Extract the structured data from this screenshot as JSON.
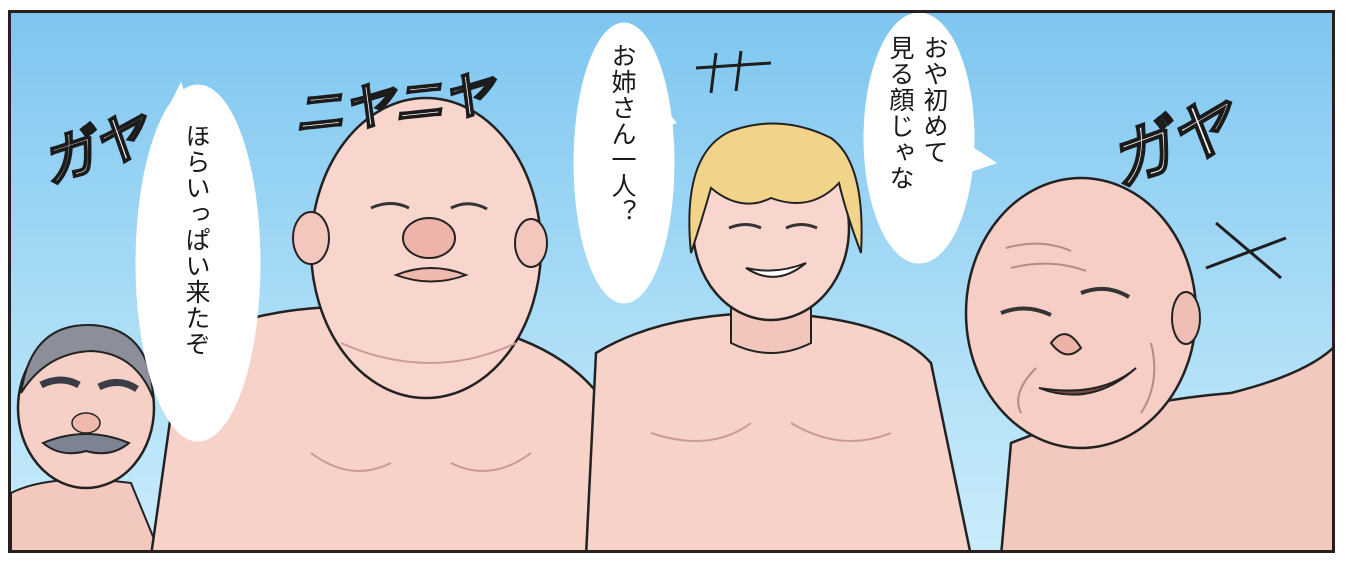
{
  "panel": {
    "background_top": "#7ec6f0",
    "background_bottom": "#c9ecfb",
    "skin": "#f6cfc6",
    "border": "#2a1f1f"
  },
  "speech": [
    {
      "text": "ほらいっぱい来たぞ"
    },
    {
      "text": "お姉さん一人？"
    },
    {
      "text": "おや初めて\n見る顔じゃな"
    }
  ],
  "sfx": [
    {
      "text": "ガヤ"
    },
    {
      "text": "ニヤニヤ"
    },
    {
      "text": "ガヤ"
    }
  ],
  "characters": [
    {
      "name": "mustached-old-man"
    },
    {
      "name": "bald-heavy-man"
    },
    {
      "name": "blond-young-man"
    },
    {
      "name": "wrinkled-old-man"
    }
  ]
}
